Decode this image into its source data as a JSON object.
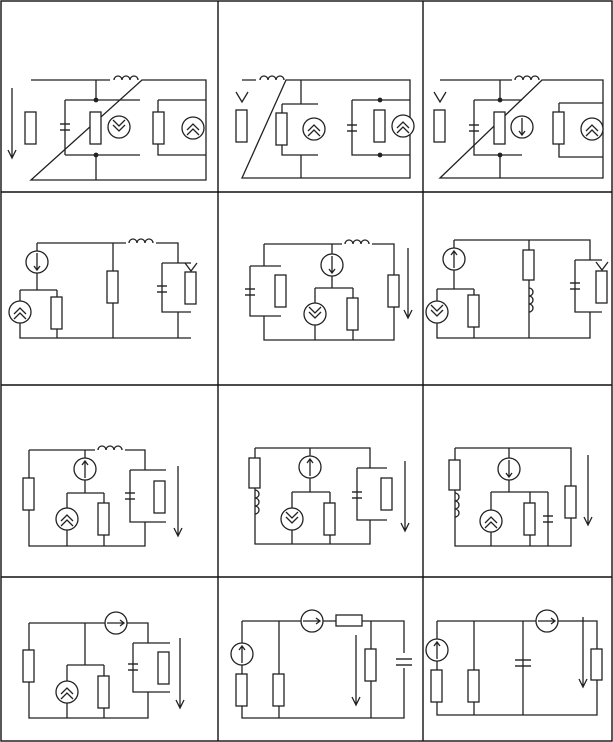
{
  "sheet": {
    "rows": 4,
    "cols": 3,
    "line_color": "#222222",
    "background": "#ffffff"
  },
  "symbols": [
    "resistor-symbol",
    "inductor-symbol",
    "capacitor-symbol",
    "current-source-symbol",
    "voltage-source-symbol",
    "direction-arrow"
  ]
}
